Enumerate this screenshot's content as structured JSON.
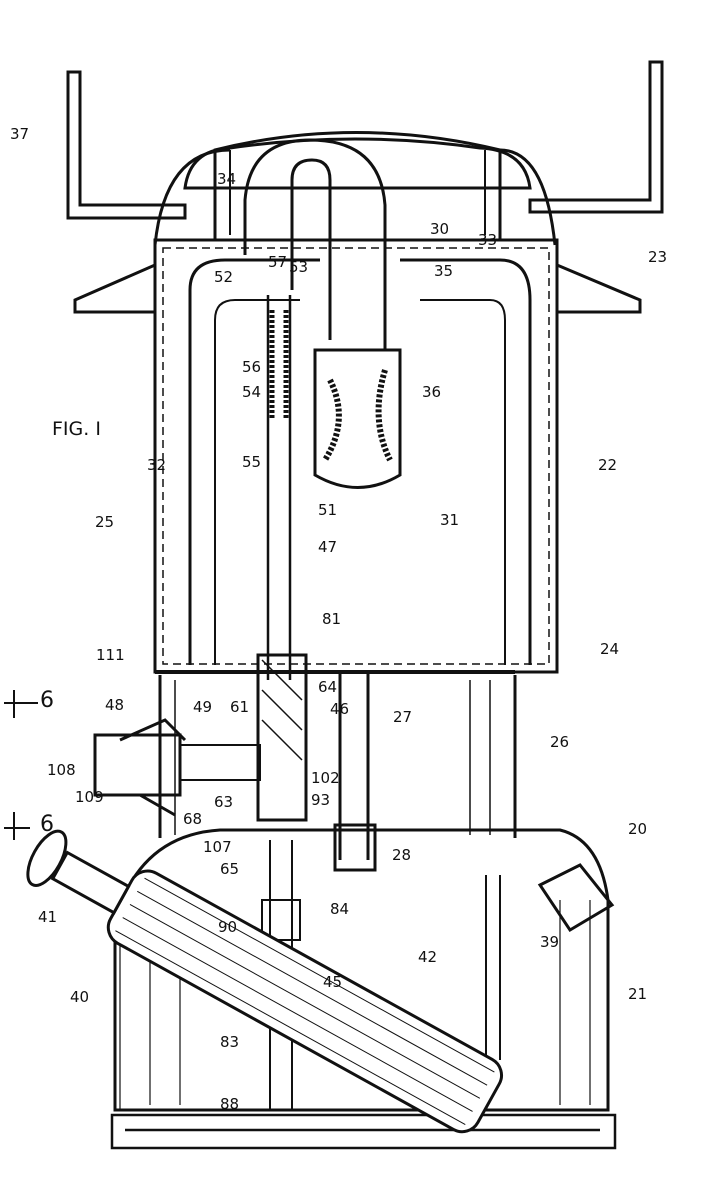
{
  "figure": {
    "title": "FIG. I",
    "section_marker": "6",
    "labels": {
      "l37": "37",
      "l34": "34",
      "l30": "30",
      "l33": "33",
      "l23": "23",
      "l57": "57",
      "l52": "52",
      "l53": "53",
      "l35": "35",
      "l56": "56",
      "l54": "54",
      "l36": "36",
      "l32": "32",
      "l55": "55",
      "l22": "22",
      "l25": "25",
      "l51": "51",
      "l31": "31",
      "l47": "47",
      "l81": "81",
      "l24": "24",
      "l111": "111",
      "l64": "64",
      "l48": "48",
      "l49": "49",
      "l61": "61",
      "l46": "46",
      "l27": "27",
      "l26": "26",
      "l108": "108",
      "l109": "109",
      "l63": "63",
      "l102": "102",
      "l93": "93",
      "l68": "68",
      "l107": "107",
      "l65": "65",
      "l28": "28",
      "l20": "20",
      "l41": "41",
      "l90": "90",
      "l84": "84",
      "l39": "39",
      "l42": "42",
      "l40": "40",
      "l45": "45",
      "l21": "21",
      "l83": "83",
      "l88": "88"
    }
  }
}
